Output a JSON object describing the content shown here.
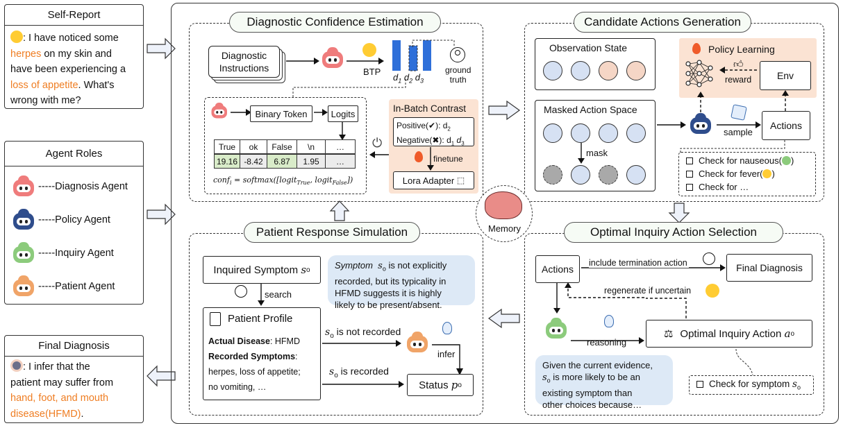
{
  "self_report": {
    "title": "Self-Report",
    "line1": ": I have noticed some",
    "herpes": "herpes",
    "line2_rest": " on my skin and",
    "line3": "have been experiencing a",
    "loss": "loss of appetite",
    "line4_rest": ". What's",
    "line5": "wrong with me?"
  },
  "agent_roles": {
    "title": "Agent Roles",
    "items": [
      {
        "label": "-----Diagnosis Agent",
        "color": "#ef7c7c"
      },
      {
        "label": "-----Policy Agent",
        "color": "#2f4d8c"
      },
      {
        "label": "-----Inquiry Agent",
        "color": "#8ccb7c"
      },
      {
        "label": "-----Patient Agent",
        "color": "#f0a468"
      }
    ]
  },
  "final_diagnosis_panel": {
    "title": "Final Diagnosis",
    "line1": ": I infer that the",
    "line2": "patient may suffer from",
    "line3": "hand, foot, and mouth",
    "line4": "disease(HFMD)",
    "line4_end": "."
  },
  "dce": {
    "title": "Diagnostic Confidence Estimation",
    "diag_instr_1": "Diagnostic",
    "diag_instr_2": "Instructions",
    "btp": "BTP",
    "ground_1": "ground",
    "ground_2": "truth",
    "d_labels": [
      "d",
      "d",
      "d"
    ],
    "d_subs": [
      "1",
      "2",
      "3"
    ],
    "binary_token": "Binary Token",
    "logits": "Logits",
    "table_headers": [
      "True",
      "ok",
      "False",
      "\\n",
      "…"
    ],
    "table_values": [
      "19.16",
      "-8.42",
      "6.87",
      "1.95",
      "…"
    ],
    "formula": "conf_i = softmax([logit_True, logit_False])",
    "in_batch": "In-Batch Contrast",
    "positive": "Positive(✔): d",
    "positive_sub": "2",
    "negative": "Negative(✖): d",
    "negative_subs": "1 d 3",
    "finetune": "finetune",
    "lora": "Lora Adapter"
  },
  "cag": {
    "title": "Candidate Actions Generation",
    "observation": "Observation State",
    "masked": "Masked Action Space",
    "mask": "mask",
    "policy": "Policy Learning",
    "env": "Env",
    "reward": "reward",
    "sample": "sample",
    "actions": "Actions",
    "checks": [
      "Check for nauseous(",
      "Check for fever(",
      "Check for …"
    ]
  },
  "memory": "Memory",
  "prs": {
    "title": "Patient Response Simulation",
    "inquired": "Inquired Symptom ",
    "s_o": "s",
    "search": "search",
    "profile": "Patient Profile",
    "actual_label": "Actual Disease",
    "actual_value": ": HFMD",
    "recorded_label": "Recorded Symptoms",
    "recorded_colon": ":",
    "rec1": "herpes, loss of appetite;",
    "rec2": "no vomiting, …",
    "not_recorded": " is not recorded",
    "is_recorded": " is recorded",
    "infer": "infer",
    "status": "Status ",
    "p_o": "p",
    "bubble_1": "Symptom",
    "bubble_2": " is not explicitly",
    "bubble_3": "recorded, but its typicality in",
    "bubble_4": "HFMD suggests it is highly",
    "bubble_5": "likely to be present/absent."
  },
  "oias": {
    "title": "Optimal Inquiry Action Selection",
    "actions": "Actions",
    "include_term": "include termination action",
    "final_dx": "Final Diagnosis",
    "regen": "regenerate if uncertain",
    "reasoning": "reasoning",
    "optimal": "Optimal Inquiry Action ",
    "a_o": "a",
    "check_symptom": "Check for symptom ",
    "bubble_1": "Given the current evidence,",
    "bubble_2": " is more likely to be an",
    "bubble_3": "existing symptom than",
    "bubble_4": "other choices because…"
  }
}
